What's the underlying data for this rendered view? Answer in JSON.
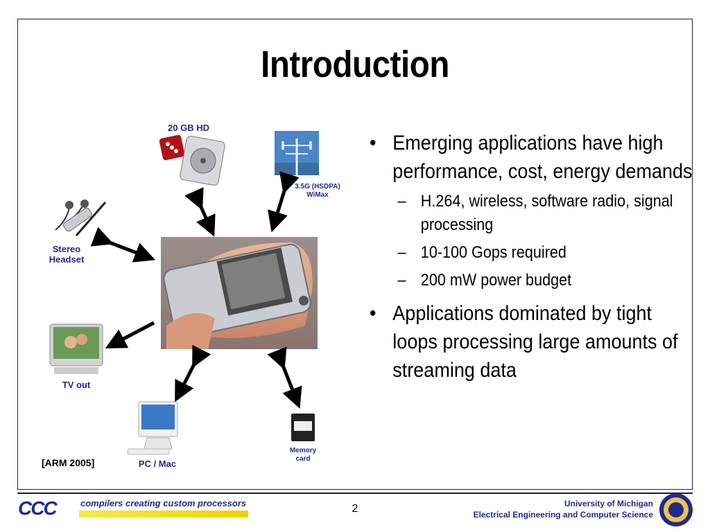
{
  "slide": {
    "title": "Introduction",
    "bullets": {
      "b1": "Emerging applications have high performance, cost, energy demands",
      "sub1": "H.264, wireless, software radio, signal processing",
      "sub2": "10-100 Gops required",
      "sub3": "200 mW power budget",
      "b2": "Applications dominated by tight loops processing large amounts of streaming data"
    },
    "bullet_glyph": "•",
    "dash_glyph": "–"
  },
  "diagram": {
    "hd_label": "20 GB HD",
    "wireless_label_1": "3.5G (HSDPA)",
    "wireless_label_2": "WiMax",
    "headset_label_1": "Stereo",
    "headset_label_2": "Headset",
    "tv_label": "TV out",
    "pc_label": "PC / Mac",
    "memory_label_1": "Memory",
    "memory_label_2": "card"
  },
  "citation": "[ARM 2005]",
  "footer": {
    "logo_text": "CCC",
    "tagline": "compilers creating custom processors",
    "page_number": "2",
    "university": "University of Michigan",
    "department": "Electrical Engineering and Computer Science"
  },
  "colors": {
    "label_blue": "#1f2a8c",
    "frame": "#1a1a5c",
    "accent_yellow": "#f0d200"
  }
}
